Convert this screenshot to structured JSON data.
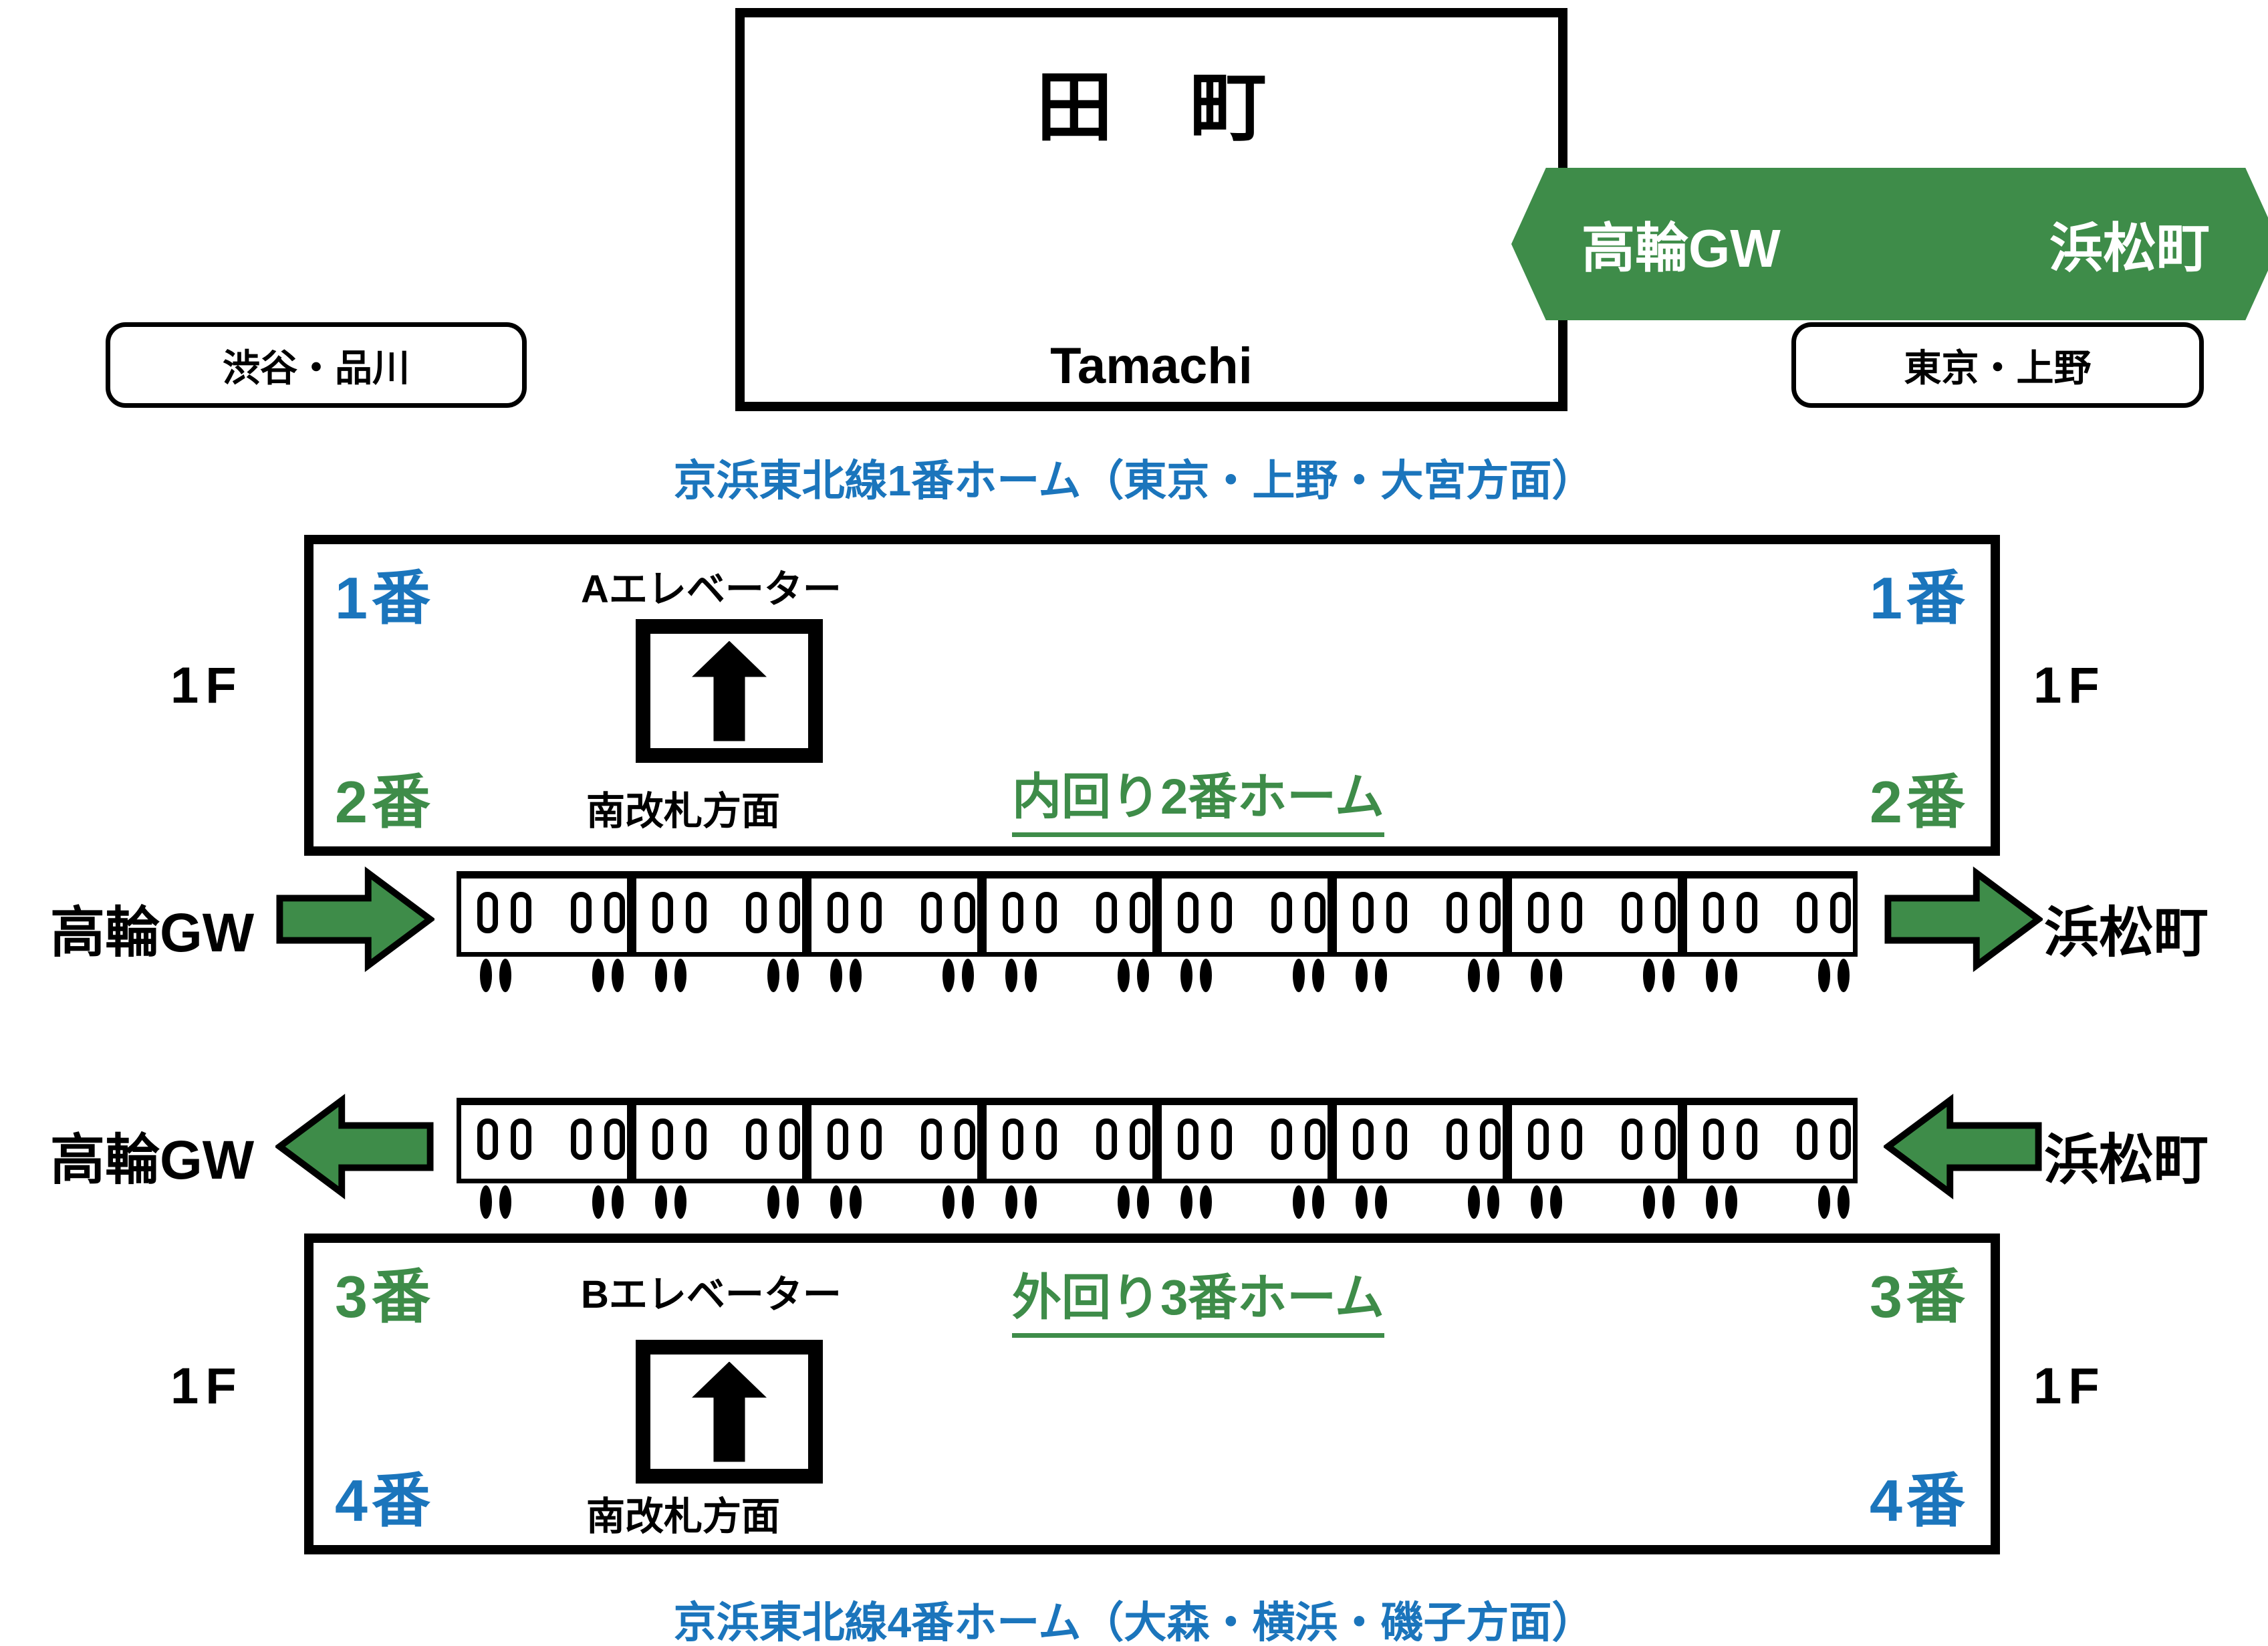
{
  "colors": {
    "green": "#3E8C49",
    "blue": "#1B75BC",
    "black": "#000000"
  },
  "header": {
    "station_title_ja": "田　町",
    "station_title_en": "Tamachi",
    "line_band": {
      "left_station": "高輪GW",
      "right_station": "浜松町"
    },
    "left_direction_box": "渋谷・品川",
    "right_direction_box": "東京・上野"
  },
  "captions": {
    "top_blue": "京浜東北線1番ホーム（東京・上野・大宮方面）",
    "bottom_blue": "京浜東北線4番ホーム（大森・横浜・磯子方面）"
  },
  "platform1": {
    "corner_top_left": "1番",
    "corner_top_right": "1番",
    "corner_bottom_left": "2番",
    "corner_bottom_right": "2番",
    "elevator_label": "Aエレベーター",
    "elevator_icon": "up-arrow-icon",
    "gate_label": "南改札方面",
    "platform_name": "内回り2番ホーム",
    "floor_left": "1F",
    "floor_right": "1F"
  },
  "platform2": {
    "corner_top_left": "3番",
    "corner_top_right": "3番",
    "corner_bottom_left": "4番",
    "corner_bottom_right": "4番",
    "elevator_label": "Bエレベーター",
    "elevator_icon": "up-arrow-icon",
    "gate_label": "南改札方面",
    "platform_name": "外回り3番ホーム",
    "floor_left": "1F",
    "floor_right": "1F"
  },
  "trains": {
    "cars_per_train": 8,
    "windows_per_car": 4,
    "rows": [
      {
        "direction": "right",
        "left_label": "高輪GW",
        "right_label": "浜松町"
      },
      {
        "direction": "left",
        "left_label": "高輪GW",
        "right_label": "浜松町"
      }
    ]
  }
}
